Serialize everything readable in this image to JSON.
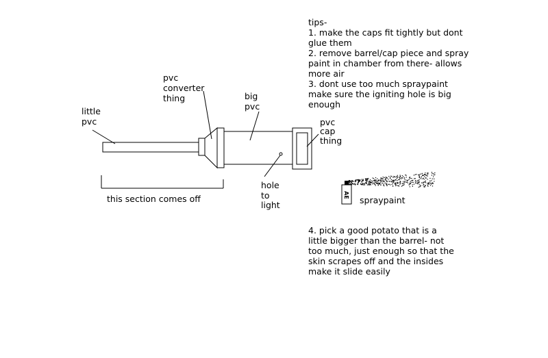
{
  "tips": {
    "heading": "tips-",
    "lines": [
      "1. make the caps fit tightly but dont",
      "glue them",
      "2. remove barrel/cap piece and spray",
      "paint in chamber from there- allows",
      "more air",
      "3. dont use too much spraypaint",
      "make sure the igniting hole is big",
      "enough"
    ]
  },
  "labels": {
    "little_pvc": [
      "little",
      "pvc"
    ],
    "converter": [
      "pvc",
      "converter",
      "thing"
    ],
    "big_pvc": [
      "big",
      "pvc"
    ],
    "cap": [
      "pvc",
      "cap",
      "thing"
    ],
    "hole": [
      "hole",
      "to",
      "light"
    ],
    "section": "this section comes off",
    "spraypaint": "spraypaint",
    "can_text": "AE"
  },
  "tip4": {
    "lines": [
      "4. pick a good potato that is a",
      "little bigger than the barrel- not",
      "too much, just enough so that the",
      "skin scrapes off and the insides",
      "make it slide easily"
    ]
  }
}
